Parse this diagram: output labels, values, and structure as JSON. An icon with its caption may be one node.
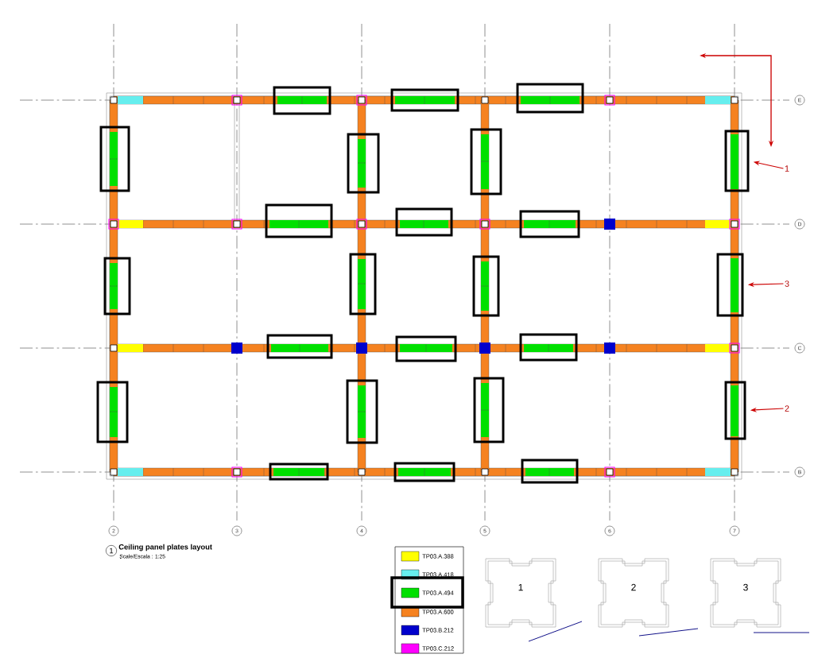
{
  "diagram": {
    "title": "Ceiling panel plates layout",
    "nodes": [
      {
        "text": [
          "1"
        ]
      },
      {
        "text": [
          "3"
        ]
      },
      {
        "text": [
          "2"
        ]
      },
      {
        "text": [],
        "shape": "box"
      },
      {
        "text": [],
        "shape": "box"
      },
      {
        "text": [],
        "shape": "box"
      }
    ],
    "edges": [
      {
        "from": 0,
        "to": 3,
        "arrow": "to"
      },
      {
        "from": 1,
        "to": 4,
        "arrow": "to"
      },
      {
        "from": 2,
        "to": 5,
        "arrow": "to"
      }
    ],
    "labels": [
      "E",
      "D",
      "C",
      "B",
      "2",
      "3",
      "4",
      "5",
      "6",
      "7",
      "1",
      "Scale/Escala : 1:25",
      "1",
      "2",
      "3"
    ],
    "legend": [
      {
        "text": "TP03.A.388",
        "color": "#ffff00"
      },
      {
        "text": "TP03.A.418",
        "color": "#66eeee"
      },
      {
        "text": "TP03.A.494",
        "color": "#00e000"
      },
      {
        "text": "TP03.A.600",
        "color": "#f58220"
      },
      {
        "text": "TP03.B.212",
        "color": "#0000cc"
      },
      {
        "text": "TP03.C.212",
        "color": "#ff00ff"
      }
    ]
  }
}
